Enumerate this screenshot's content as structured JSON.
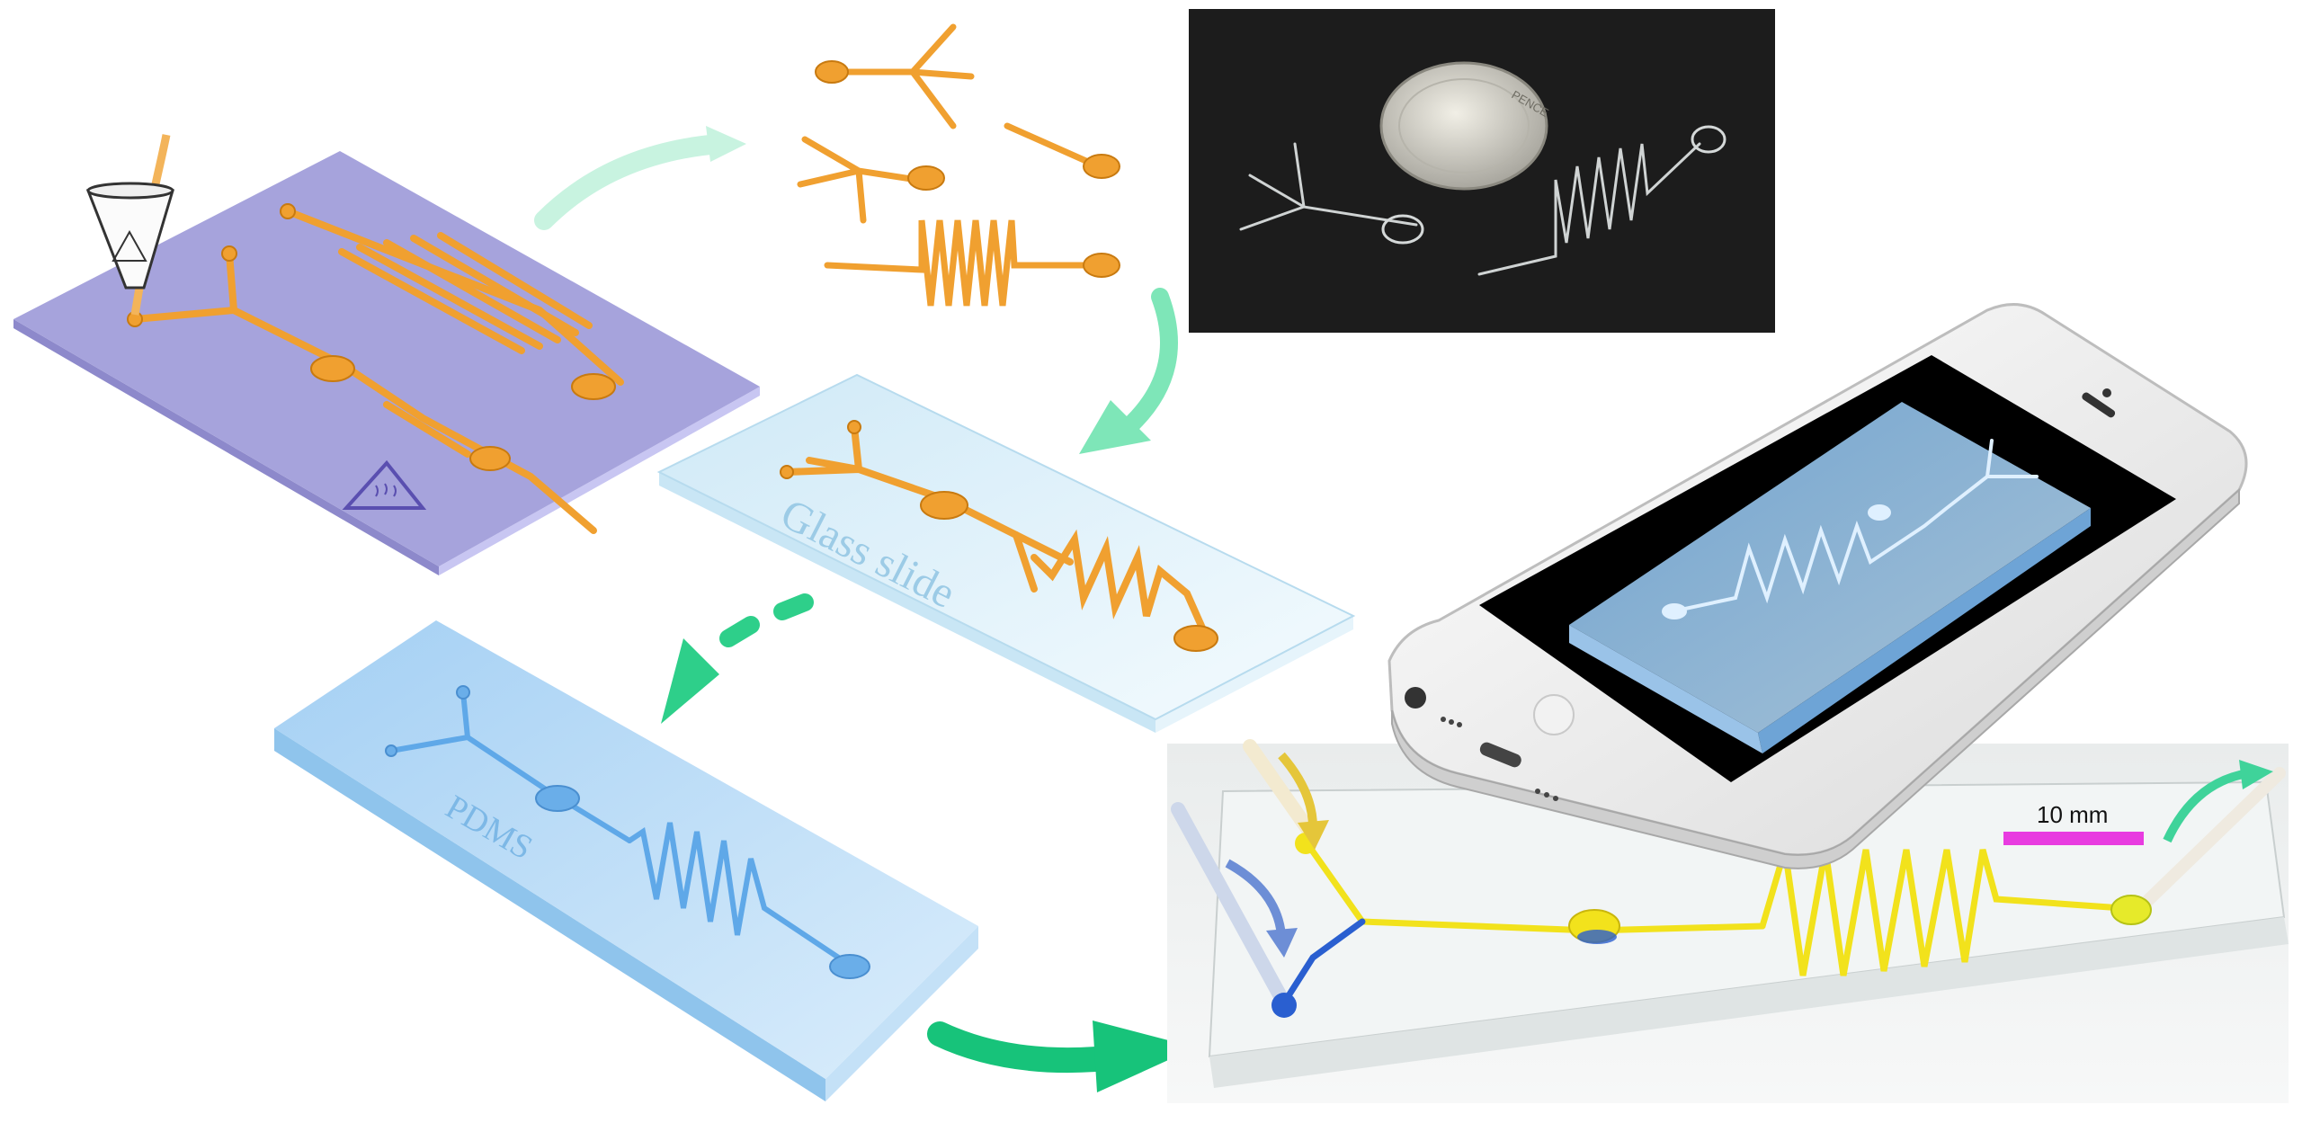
{
  "labels": {
    "glass_slide": "Glass slide",
    "pdms": "PDMS",
    "scale_bar": "10 mm",
    "coin_text": "PENCE"
  },
  "colors": {
    "hotplate": "#a6a3dc",
    "channel_orange": "#f0a030",
    "glass": "#e3f3fb",
    "pdms": "#a9d2f3",
    "channel_blue": "#5fa8e8",
    "arrow_green": "#1ec87a",
    "arrow_light": "#bdf2dc",
    "dye_yellow": "#f2e21c",
    "dye_blue": "#2a5fd0",
    "scale_magenta": "#e83ce0"
  },
  "icons": [
    "funnel-icon",
    "heat-warning-icon",
    "coin-icon",
    "smartphone-icon"
  ]
}
